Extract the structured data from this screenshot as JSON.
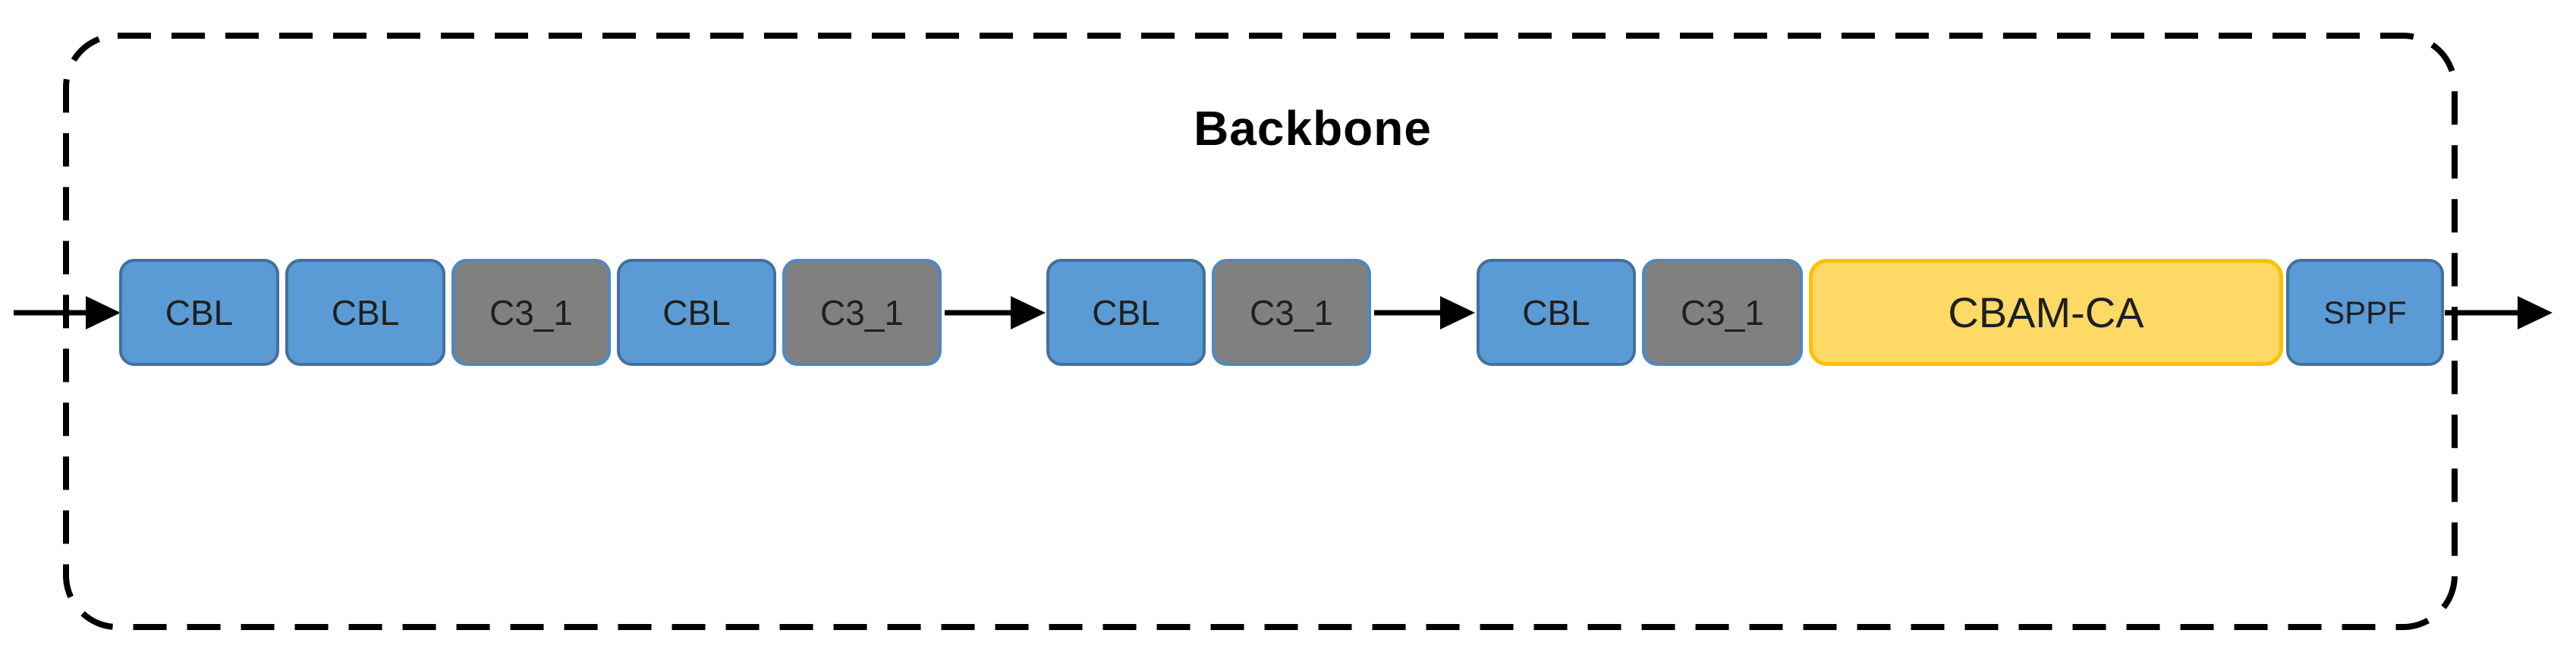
{
  "diagram": {
    "title": "Backbone",
    "blocks": [
      {
        "label": "CBL",
        "type": "blue"
      },
      {
        "label": "CBL",
        "type": "blue"
      },
      {
        "label": "C3_1",
        "type": "gray"
      },
      {
        "label": "CBL",
        "type": "blue"
      },
      {
        "label": "C3_1",
        "type": "gray"
      },
      {
        "label": "CBL",
        "type": "blue"
      },
      {
        "label": "C3_1",
        "type": "gray"
      },
      {
        "label": "CBL",
        "type": "blue"
      },
      {
        "label": "C3_1",
        "type": "gray"
      },
      {
        "label": "CBAM-CA",
        "type": "yellow"
      },
      {
        "label": "SPPF",
        "type": "blue"
      }
    ],
    "colors": {
      "blue_fill": "#5B9BD5",
      "blue_border": "#41719C",
      "gray_fill": "#808080",
      "gray_border": "#4A89C8",
      "yellow_fill": "#FFD966",
      "yellow_border": "#FFC000",
      "line_color": "#000000",
      "text_color": "#1f1f1f",
      "bg_color": "#ffffff"
    }
  }
}
